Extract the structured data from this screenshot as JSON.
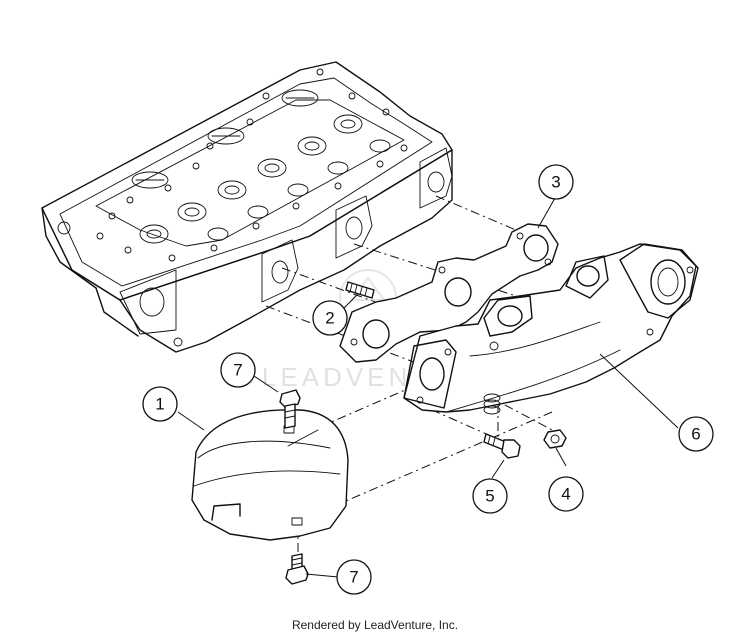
{
  "watermark": "LEADVENTURE",
  "footer": "Rendered by LeadVenture, Inc.",
  "callouts": [
    {
      "id": "1",
      "label": "1"
    },
    {
      "id": "2",
      "label": "2"
    },
    {
      "id": "3",
      "label": "3"
    },
    {
      "id": "4",
      "label": "4"
    },
    {
      "id": "5",
      "label": "5"
    },
    {
      "id": "6",
      "label": "6"
    },
    {
      "id": "7a",
      "label": "7"
    },
    {
      "id": "7b",
      "label": "7"
    }
  ]
}
